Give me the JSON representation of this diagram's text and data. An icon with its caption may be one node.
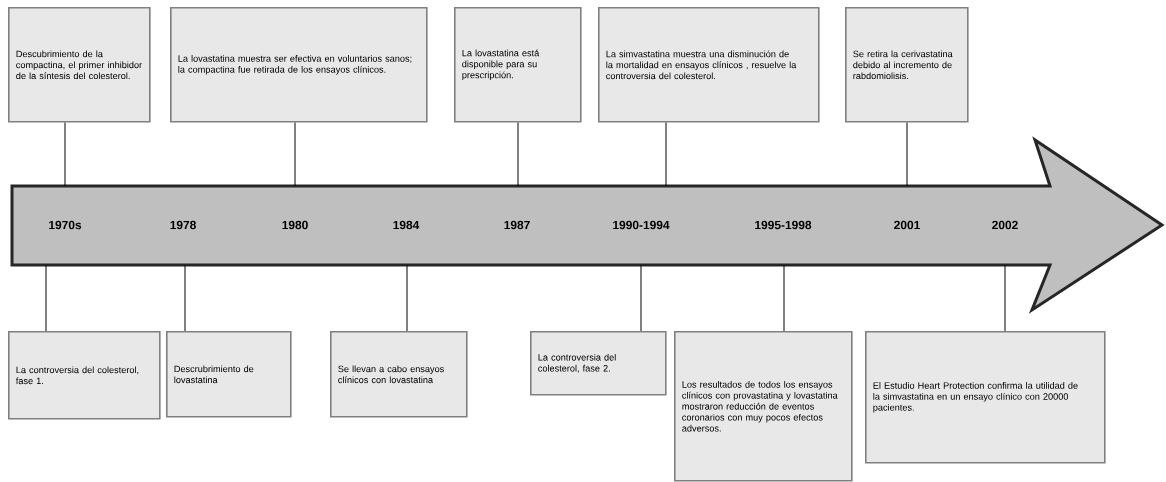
{
  "diagram": {
    "nodes": [
      {
        "text": [
          "Descubrimiento de la compactina, el primer inhibidor de la síntesis del colesterol."
        ]
      },
      {
        "text": [
          "La lovastatina muestra ser efectiva en voluntarios sanos;  la compactina fue retirada de los ensayos clínicos."
        ]
      },
      {
        "text": [
          "La lovastatina está disponible para su prescripción."
        ]
      },
      {
        "text": [
          "La simvastatina muestra una disminución de la mortalidad en ensayos clínicos , resuelve la controversia del colesterol."
        ]
      },
      {
        "text": [
          "Se retira la cerivastatina debido al incremento de rabdomiolisis."
        ]
      },
      {
        "text": [],
        "shape": "arrow"
      },
      {
        "text": [
          "La controversia del colesterol, fase 1."
        ]
      },
      {
        "text": [
          "Descrubrimiento de lovastatina"
        ]
      },
      {
        "text": [
          "Se llevan a cabo ensayos clínicos con lovastatina"
        ]
      },
      {
        "text": [
          "La controversia del colesterol, fase 2."
        ]
      },
      {
        "text": [
          "Los resultados de todos los ensayos clínicos con provastatina y lovastatina mostraron reducción de eventos coronarios con muy pocos efectos adversos."
        ]
      },
      {
        "text": [
          "El Estudio Heart Protection confirma la utilidad de la simvastatina en un ensayo clínico con 20000 pacientes."
        ]
      }
    ],
    "edges": [
      {
        "from": 0,
        "to": 5,
        "arrow": "none"
      },
      {
        "from": 1,
        "to": 5,
        "arrow": "none"
      },
      {
        "from": 2,
        "to": 5,
        "arrow": "none"
      },
      {
        "from": 3,
        "to": 5,
        "arrow": "none"
      },
      {
        "from": 4,
        "to": 5,
        "arrow": "none"
      },
      {
        "from": 6,
        "to": 5,
        "arrow": "none"
      },
      {
        "from": 7,
        "to": 5,
        "arrow": "none"
      },
      {
        "from": 8,
        "to": 5,
        "arrow": "none"
      },
      {
        "from": 9,
        "to": 5,
        "arrow": "none"
      },
      {
        "from": 10,
        "to": 5,
        "arrow": "none"
      },
      {
        "from": 11,
        "to": 5,
        "arrow": "none"
      }
    ],
    "labels": [
      "1970s",
      "1978",
      "1980",
      "1984",
      "1987",
      "1990-1994",
      "1995-1998",
      "2001",
      "2002"
    ]
  }
}
